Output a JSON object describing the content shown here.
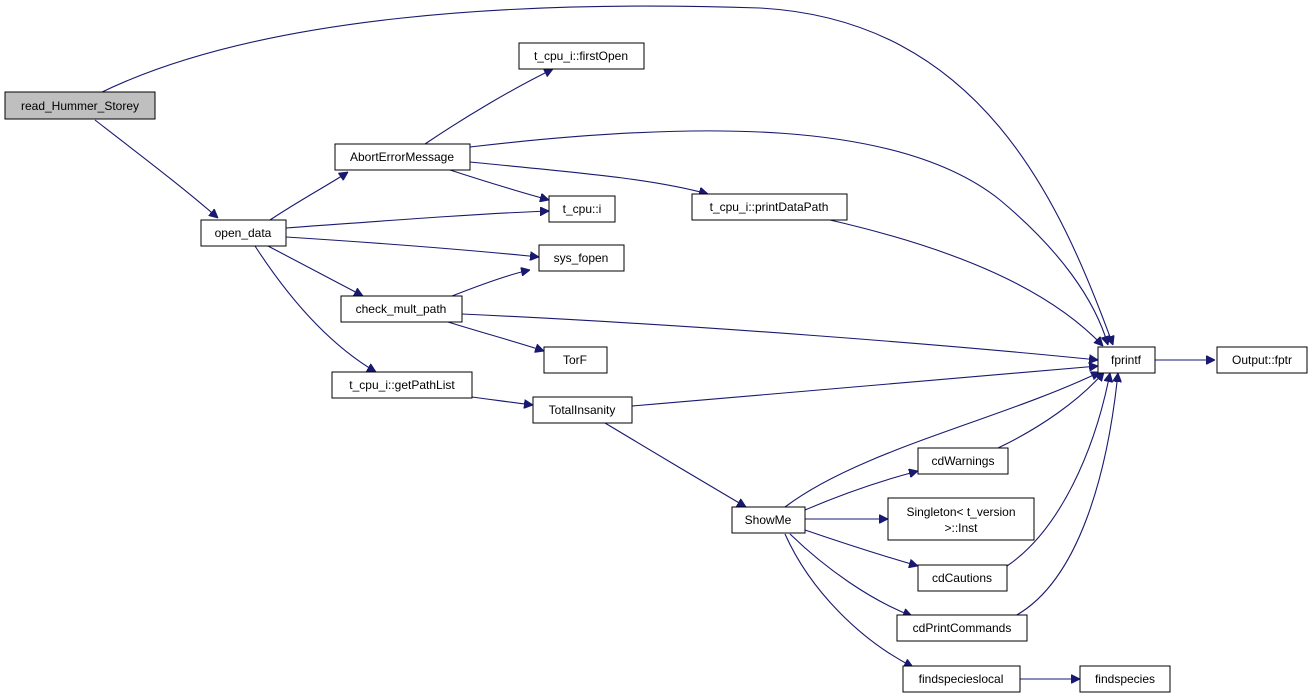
{
  "colors": {
    "edge": "#191970",
    "root_fill": "#bfbfbf",
    "node_fill": "#ffffff",
    "node_stroke": "#000000"
  },
  "nodes": {
    "read_hummer_storey": {
      "label": "read_Hummer_Storey"
    },
    "open_data": {
      "label": "open_data"
    },
    "abort_error_message": {
      "label": "AbortErrorMessage"
    },
    "first_open": {
      "label": "t_cpu_i::firstOpen"
    },
    "t_cpu_i": {
      "label": "t_cpu::i"
    },
    "sys_fopen": {
      "label": "sys_fopen"
    },
    "check_mult_path": {
      "label": "check_mult_path"
    },
    "torf": {
      "label": "TorF"
    },
    "get_path_list": {
      "label": "t_cpu_i::getPathList"
    },
    "print_data_path": {
      "label": "t_cpu_i::printDataPath"
    },
    "total_insanity": {
      "label": "TotalInsanity"
    },
    "show_me": {
      "label": "ShowMe"
    },
    "cd_warnings": {
      "label": "cdWarnings"
    },
    "singleton_inst": {
      "label_line1": "Singleton< t_version",
      "label_line2": ">::Inst"
    },
    "cd_cautions": {
      "label": "cdCautions"
    },
    "cd_print_commands": {
      "label": "cdPrintCommands"
    },
    "findspecieslocal": {
      "label": "findspecieslocal"
    },
    "findspecies": {
      "label": "findspecies"
    },
    "fprintf": {
      "label": "fprintf"
    },
    "output_fptr": {
      "label": "Output::fptr"
    }
  },
  "edges": [
    {
      "from": "read_hummer_storey",
      "to": "fprintf"
    },
    {
      "from": "read_hummer_storey",
      "to": "open_data"
    },
    {
      "from": "open_data",
      "to": "abort_error_message"
    },
    {
      "from": "open_data",
      "to": "t_cpu_i"
    },
    {
      "from": "open_data",
      "to": "sys_fopen"
    },
    {
      "from": "open_data",
      "to": "check_mult_path"
    },
    {
      "from": "open_data",
      "to": "get_path_list"
    },
    {
      "from": "abort_error_message",
      "to": "first_open"
    },
    {
      "from": "abort_error_message",
      "to": "fprintf"
    },
    {
      "from": "abort_error_message",
      "to": "t_cpu_i"
    },
    {
      "from": "abort_error_message",
      "to": "print_data_path"
    },
    {
      "from": "print_data_path",
      "to": "fprintf"
    },
    {
      "from": "check_mult_path",
      "to": "sys_fopen"
    },
    {
      "from": "check_mult_path",
      "to": "fprintf"
    },
    {
      "from": "check_mult_path",
      "to": "torf"
    },
    {
      "from": "get_path_list",
      "to": "total_insanity"
    },
    {
      "from": "total_insanity",
      "to": "fprintf"
    },
    {
      "from": "total_insanity",
      "to": "show_me"
    },
    {
      "from": "show_me",
      "to": "fprintf"
    },
    {
      "from": "show_me",
      "to": "cd_warnings"
    },
    {
      "from": "show_me",
      "to": "singleton_inst"
    },
    {
      "from": "show_me",
      "to": "cd_cautions"
    },
    {
      "from": "show_me",
      "to": "cd_print_commands"
    },
    {
      "from": "show_me",
      "to": "findspecieslocal"
    },
    {
      "from": "cd_warnings",
      "to": "fprintf"
    },
    {
      "from": "cd_cautions",
      "to": "fprintf"
    },
    {
      "from": "cd_print_commands",
      "to": "fprintf"
    },
    {
      "from": "findspecieslocal",
      "to": "findspecies"
    },
    {
      "from": "fprintf",
      "to": "output_fptr"
    }
  ]
}
